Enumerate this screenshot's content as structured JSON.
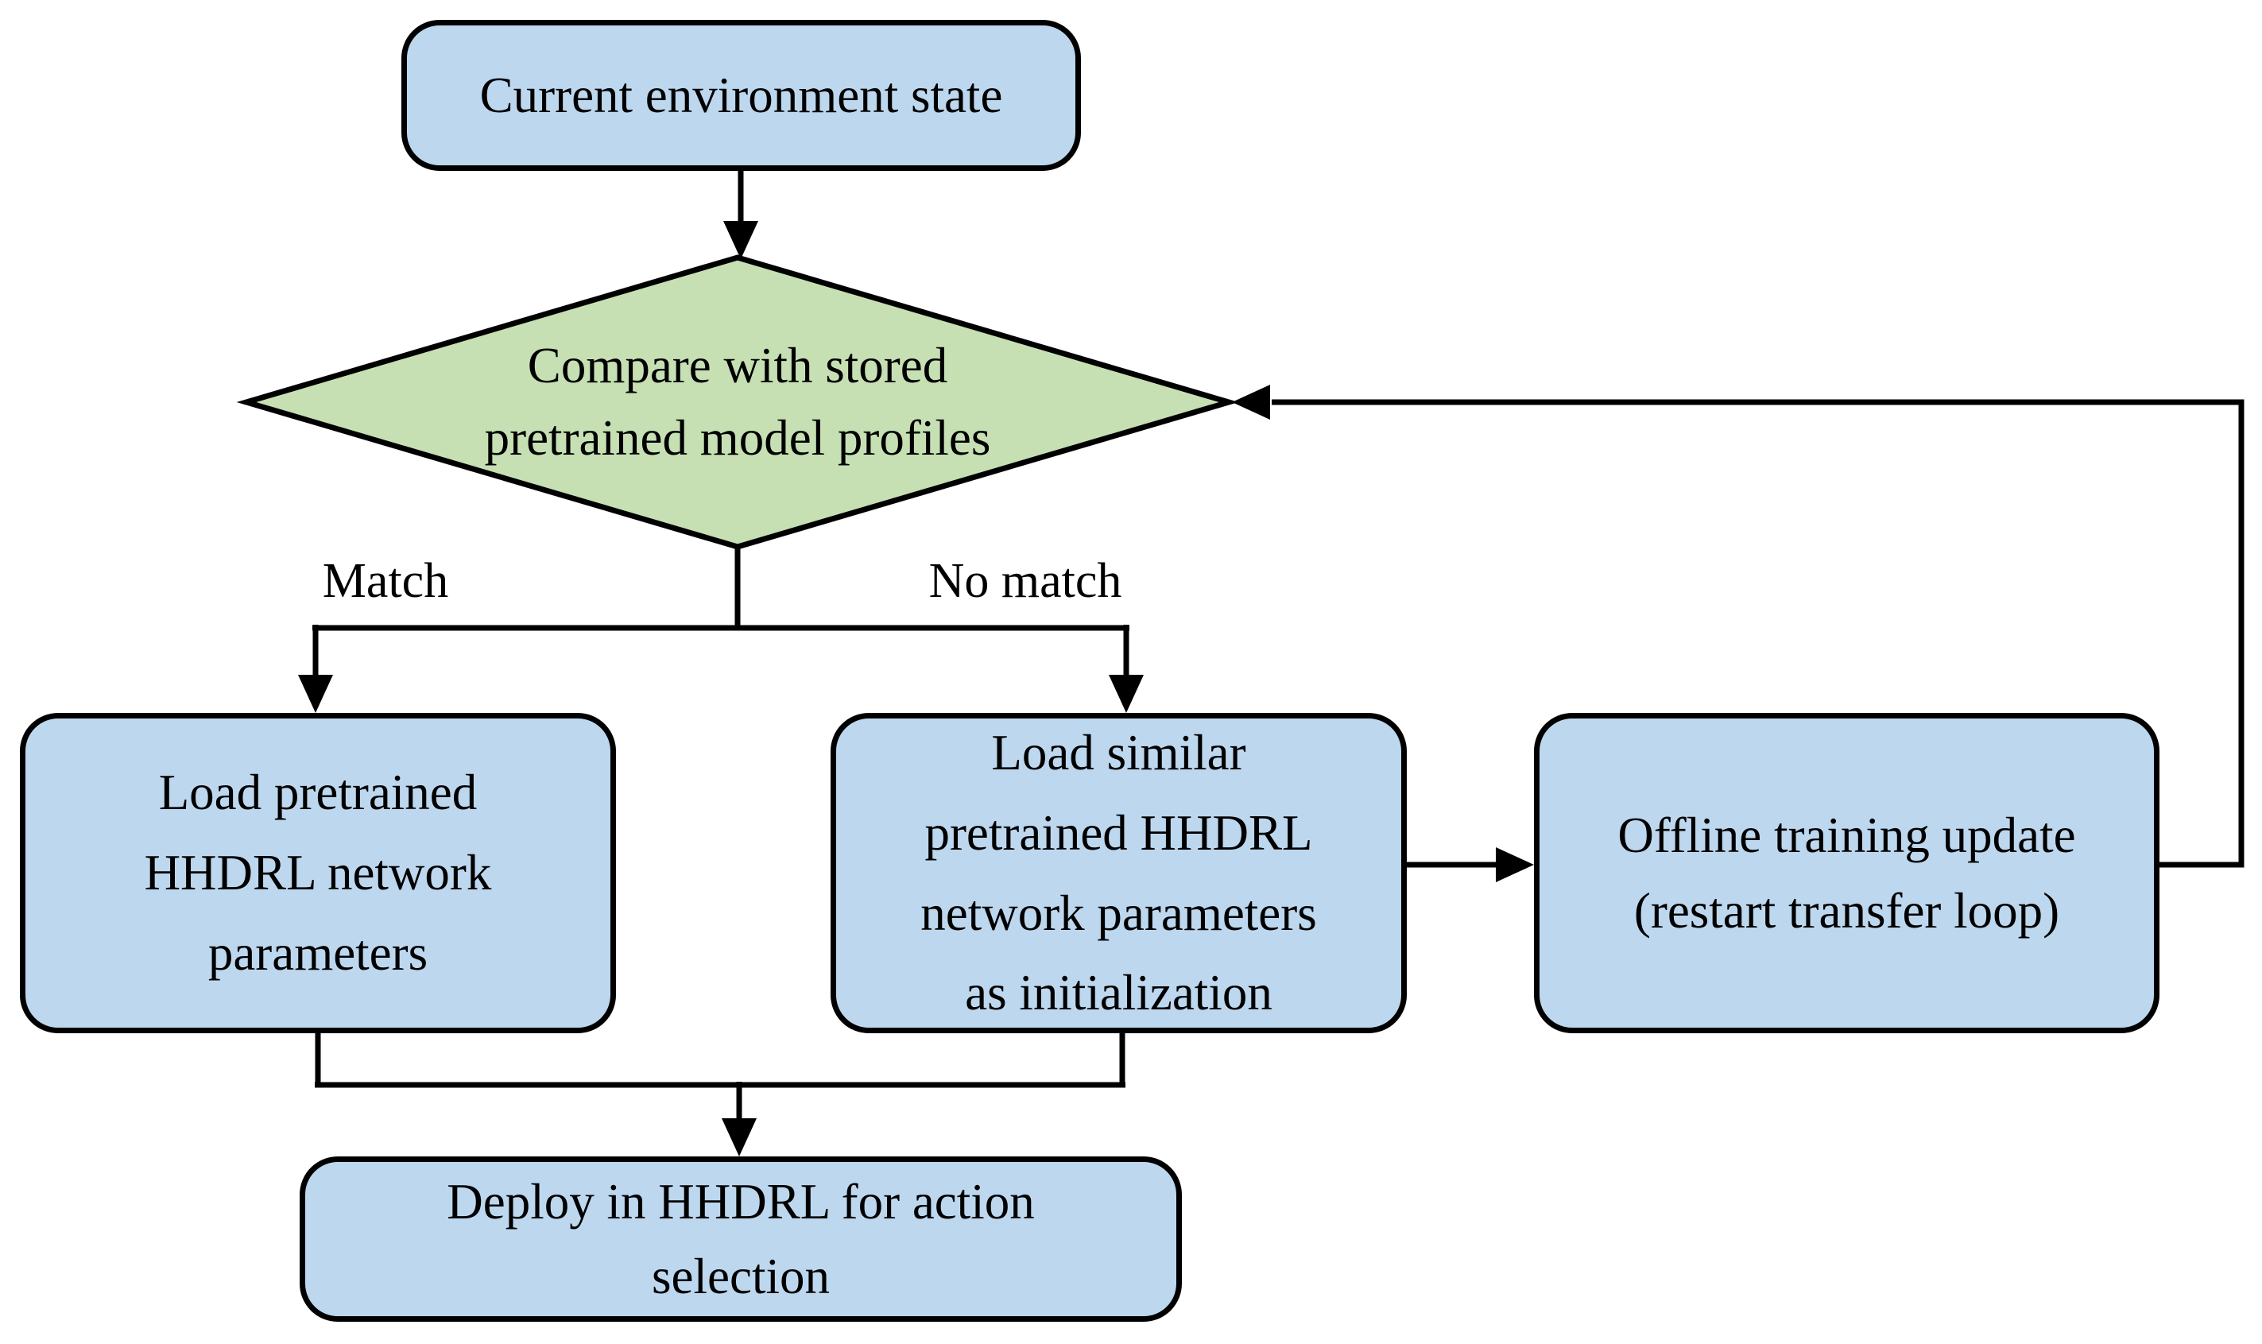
{
  "diagram": {
    "background": "#ffffff",
    "colors": {
      "process_fill": "#bdd7ee",
      "decision_fill": "#c6e0b4",
      "border": "#000000",
      "line": "#000000",
      "text": "#000000"
    },
    "nodes": {
      "start": {
        "label": "Current environment state"
      },
      "decision": {
        "label": "Compare with stored\npretrained model profiles"
      },
      "load_pretrained": {
        "label": "Load pretrained\nHHDRL network\nparameters"
      },
      "load_similar": {
        "label": "Load similar\npretrained HHDRL\nnetwork parameters\nas initialization"
      },
      "offline_update": {
        "label": "Offline training update\n(restart transfer loop)"
      },
      "deploy": {
        "label": "Deploy in HHDRL for action\nselection"
      }
    },
    "edge_labels": {
      "match": {
        "label": "Match"
      },
      "no_match": {
        "label": "No match"
      }
    }
  }
}
